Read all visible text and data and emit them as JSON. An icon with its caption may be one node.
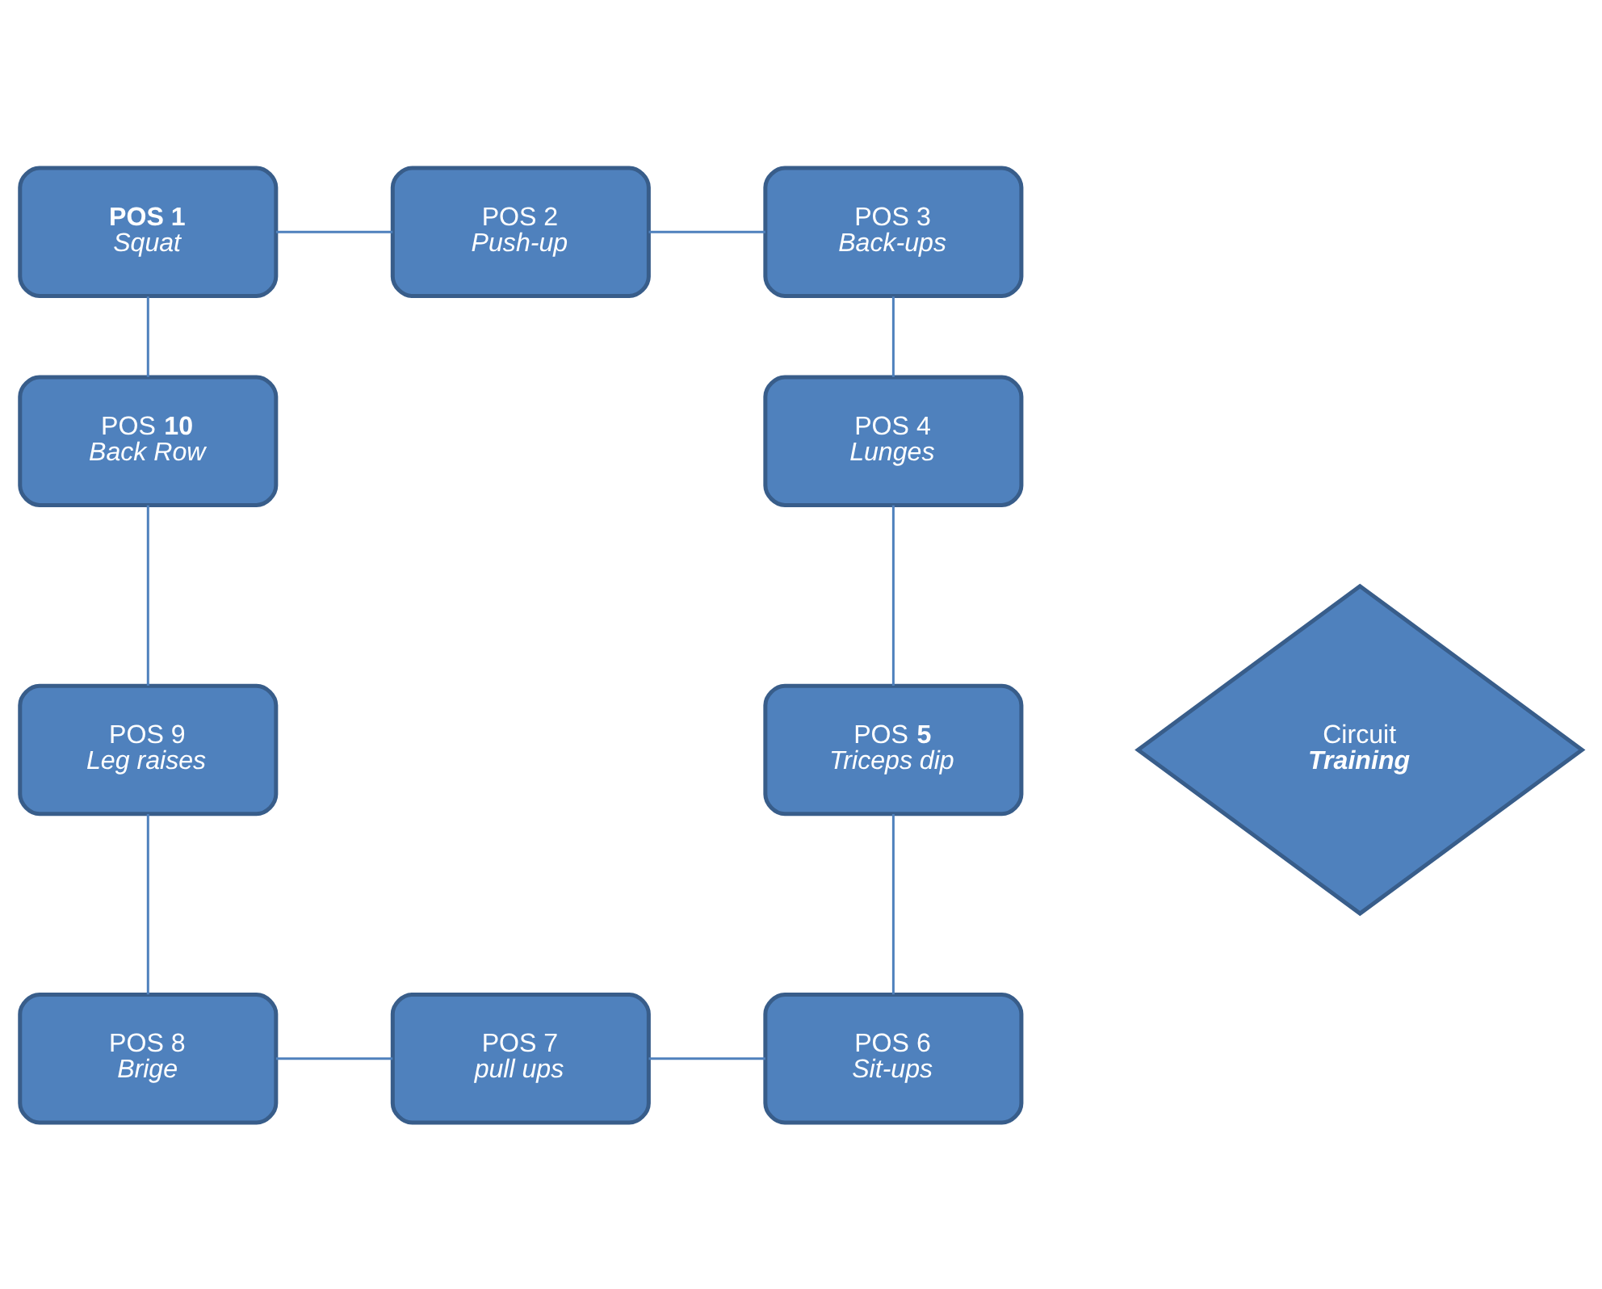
{
  "diagram": {
    "nodes": [
      {
        "text": [
          "**POS 1**",
          "Squat"
        ]
      },
      {
        "text": [
          "POS 2",
          "Push-up"
        ]
      },
      {
        "text": [
          "POS 3",
          "Back-ups"
        ]
      },
      {
        "text": [
          "POS 4",
          "Lunges"
        ]
      },
      {
        "text": [
          "POS **5**",
          "Triceps dip"
        ]
      },
      {
        "text": [
          "POS 6",
          "Sit-ups"
        ]
      },
      {
        "text": [
          "POS 7",
          "pull ups"
        ]
      },
      {
        "text": [
          "POS 8",
          "Brige"
        ]
      },
      {
        "text": [
          "POS 9",
          "Leg raises"
        ]
      },
      {
        "text": [
          "POS **10**",
          "Back Row"
        ]
      },
      {
        "text": [
          "Circuit",
          "**Training**"
        ]
      }
    ],
    "edges": [
      {
        "from": 0,
        "to": 1,
        "arrow": "none"
      },
      {
        "from": 1,
        "to": 2,
        "arrow": "none"
      },
      {
        "from": 2,
        "to": 3,
        "arrow": "none"
      },
      {
        "from": 3,
        "to": 4,
        "arrow": "none"
      },
      {
        "from": 4,
        "to": 5,
        "arrow": "none"
      },
      {
        "from": 5,
        "to": 6,
        "arrow": "none"
      },
      {
        "from": 6,
        "to": 7,
        "arrow": "none"
      },
      {
        "from": 7,
        "to": 8,
        "arrow": "none"
      },
      {
        "from": 8,
        "to": 9,
        "arrow": "none"
      },
      {
        "from": 9,
        "to": 0,
        "arrow": "none"
      }
    ]
  }
}
